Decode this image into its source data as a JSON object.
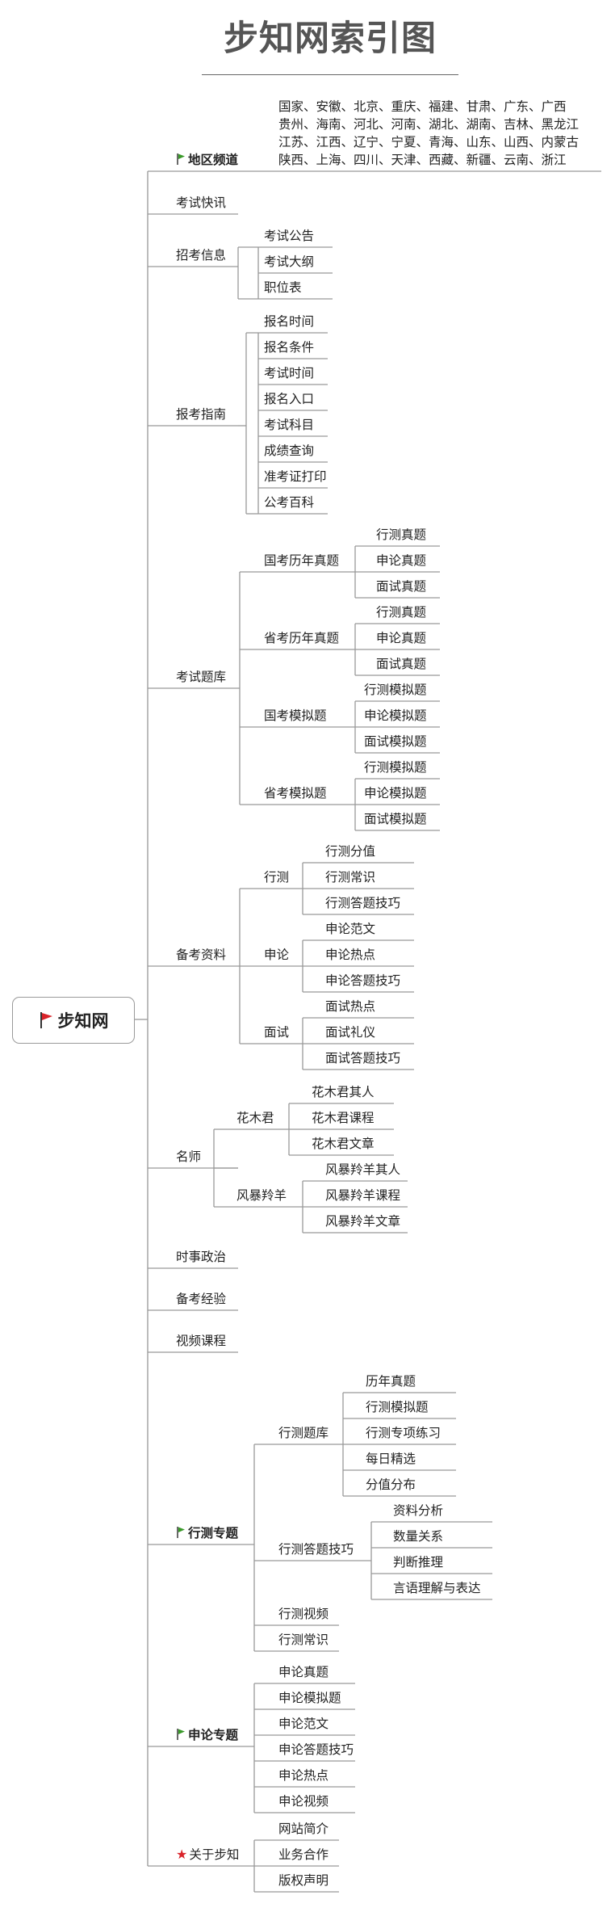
{
  "title": "步知网索引图",
  "root": "步知网",
  "region": {
    "label": "地区频道",
    "lines": [
      "国家、安徽、北京、重庆、福建、甘肃、广东、广西",
      "贵州、海南、河北、河南、湖北、湖南、吉林、黑龙江",
      "江苏、江西、辽宁、宁夏、青海、山东、山西、内蒙古",
      "陕西、上海、四川、天津、西藏、新疆、云南、浙江"
    ]
  },
  "kuaixun": "考试快讯",
  "zhaokao": {
    "label": "招考信息",
    "items": [
      "考试公告",
      "考试大纲",
      "职位表"
    ]
  },
  "baokao": {
    "label": "报考指南",
    "items": [
      "报名时间",
      "报名条件",
      "考试时间",
      "报名入口",
      "考试科目",
      "成绩查询",
      "准考证打印",
      "公考百科"
    ]
  },
  "tiku": {
    "label": "考试题库",
    "groups": [
      {
        "label": "国考历年真题",
        "items": [
          "行测真题",
          "申论真题",
          "面试真题"
        ]
      },
      {
        "label": "省考历年真题",
        "items": [
          "行测真题",
          "申论真题",
          "面试真题"
        ]
      },
      {
        "label": "国考模拟题",
        "items": [
          "行测模拟题",
          "申论模拟题",
          "面试模拟题"
        ]
      },
      {
        "label": "省考模拟题",
        "items": [
          "行测模拟题",
          "申论模拟题",
          "面试模拟题"
        ]
      }
    ]
  },
  "beikao": {
    "label": "备考资料",
    "groups": [
      {
        "label": "行测",
        "items": [
          "行测分值",
          "行测常识",
          "行测答题技巧"
        ]
      },
      {
        "label": "申论",
        "items": [
          "申论范文",
          "申论热点",
          "申论答题技巧"
        ]
      },
      {
        "label": "面试",
        "items": [
          "面试热点",
          "面试礼仪",
          "面试答题技巧"
        ]
      }
    ]
  },
  "mingshi": {
    "label": "名师",
    "groups": [
      {
        "label": "花木君",
        "items": [
          "花木君其人",
          "花木君课程",
          "花木君文章"
        ]
      },
      {
        "label": "风暴羚羊",
        "items": [
          "风暴羚羊其人",
          "风暴羚羊课程",
          "风暴羚羊文章"
        ]
      }
    ]
  },
  "shishi": "时事政治",
  "jingyan": "备考经验",
  "shipin": "视频课程",
  "xingce": {
    "label": "行测专题",
    "tiku": {
      "label": "行测题库",
      "items": [
        "历年真题",
        "行测模拟题",
        "行测专项练习",
        "每日精选",
        "分值分布"
      ]
    },
    "jiqiao": {
      "label": "行测答题技巧",
      "items": [
        "资料分析",
        "数量关系",
        "判断推理",
        "言语理解与表达"
      ]
    },
    "others": [
      "行测视频",
      "行测常识"
    ]
  },
  "shenlun": {
    "label": "申论专题",
    "items": [
      "申论真题",
      "申论模拟题",
      "申论范文",
      "申论答题技巧",
      "申论热点",
      "申论视频"
    ]
  },
  "about": {
    "label": "关于步知",
    "items": [
      "网站简介",
      "业务合作",
      "版权声明"
    ]
  },
  "colors": {
    "flag_green": "#3a9a2a",
    "flag_red": "#d9232a",
    "star": "#d9232a",
    "line": "#999999"
  }
}
